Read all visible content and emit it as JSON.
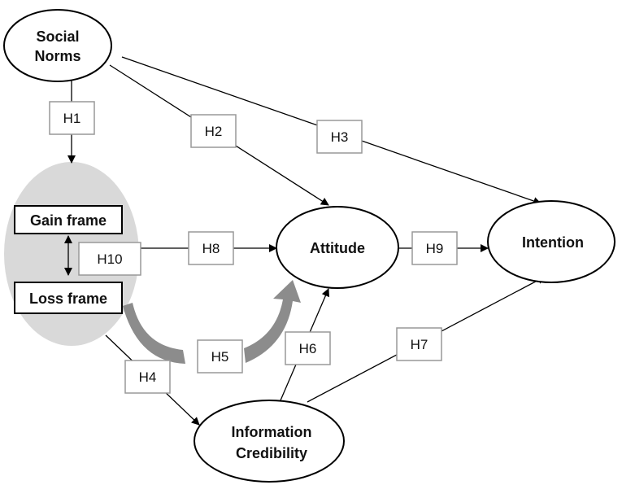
{
  "nodes": {
    "social_norms": [
      "Social",
      "Norms"
    ],
    "gain_frame": "Gain frame",
    "loss_frame": "Loss frame",
    "attitude": "Attitude",
    "intention": "Intention",
    "information_credibility": [
      "Information",
      "Credibility"
    ]
  },
  "hypotheses": {
    "h1": "H1",
    "h2": "H2",
    "h3": "H3",
    "h4": "H4",
    "h5": "H5",
    "h6": "H6",
    "h7": "H7",
    "h8": "H8",
    "h9": "H9",
    "h10": "H10"
  },
  "colors": {
    "frame_group": "#d9d9d9",
    "curved_arrow": "#8c8c8c",
    "label_border": "#999999",
    "line": "#000000"
  }
}
